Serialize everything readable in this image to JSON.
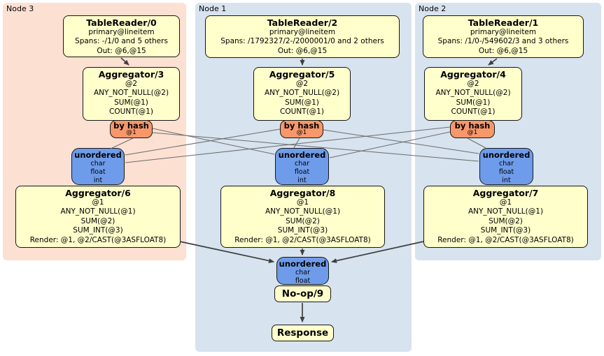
{
  "colors": {
    "node_cold_bg": "#d7e3ee",
    "node_warm_bg": "#fce0d2",
    "processor_box_bg": "#ffffcc",
    "hash_router_bg": "#f7976a",
    "sync_box_bg": "#6e9cea",
    "edge_color": "#3f3f3f",
    "stream_color": "#6b6b6b"
  },
  "diagram": {
    "clusters": [
      {
        "label": "Node 3",
        "tableReader": {
          "title": "TableReader/0",
          "index": "primary@lineitem",
          "spans": "Spans: -/1/0 and 5 others",
          "out": "Out: @6,@15"
        },
        "topAggregator": {
          "title": "Aggregator/3",
          "group": "@2",
          "aggs": [
            "ANY_NOT_NULL(@2)",
            "SUM(@1)",
            "COUNT(@1)"
          ]
        },
        "router": {
          "label": "by hash",
          "key": "@1"
        },
        "sync": {
          "title": "unordered",
          "types": [
            "char",
            "float",
            "int"
          ]
        },
        "bottomAggregator": {
          "title": "Aggregator/6",
          "group": "@1",
          "aggs": [
            "ANY_NOT_NULL(@1)",
            "SUM(@2)",
            "SUM_INT(@3)"
          ],
          "render": "Render: @1, @2/CAST(@3ASFLOAT8)"
        }
      },
      {
        "label": "Node 1",
        "tableReader": {
          "title": "TableReader/2",
          "index": "primary@lineitem",
          "spans": "Spans: /1792327/2-/2000001/0 and 2 others",
          "out": "Out: @6,@15"
        },
        "topAggregator": {
          "title": "Aggregator/5",
          "group": "@2",
          "aggs": [
            "ANY_NOT_NULL(@2)",
            "SUM(@1)",
            "COUNT(@1)"
          ]
        },
        "router": {
          "label": "by hash",
          "key": "@1"
        },
        "sync": {
          "title": "unordered",
          "types": [
            "char",
            "float",
            "int"
          ]
        },
        "bottomAggregator": {
          "title": "Aggregator/8",
          "group": "@1",
          "aggs": [
            "ANY_NOT_NULL(@1)",
            "SUM(@2)",
            "SUM_INT(@3)"
          ],
          "render": "Render: @1, @2/CAST(@3ASFLOAT8)"
        }
      },
      {
        "label": "Node 2",
        "tableReader": {
          "title": "TableReader/1",
          "index": "primary@lineitem",
          "spans": "Spans: /1/0-/549602/3 and 3 others",
          "out": "Out: @6,@15"
        },
        "topAggregator": {
          "title": "Aggregator/4",
          "group": "@2",
          "aggs": [
            "ANY_NOT_NULL(@2)",
            "SUM(@1)",
            "COUNT(@1)"
          ]
        },
        "router": {
          "label": "by hash",
          "key": "@1"
        },
        "sync": {
          "title": "unordered",
          "types": [
            "char",
            "float",
            "int"
          ]
        },
        "bottomAggregator": {
          "title": "Aggregator/7",
          "group": "@1",
          "aggs": [
            "ANY_NOT_NULL(@1)",
            "SUM(@2)",
            "SUM_INT(@3)"
          ],
          "render": "Render: @1, @2/CAST(@3ASFLOAT8)"
        }
      }
    ],
    "finalSync": {
      "title": "unordered",
      "types": [
        "char",
        "float"
      ]
    },
    "noop": {
      "label": "No-op/9"
    },
    "response": {
      "label": "Response"
    }
  }
}
